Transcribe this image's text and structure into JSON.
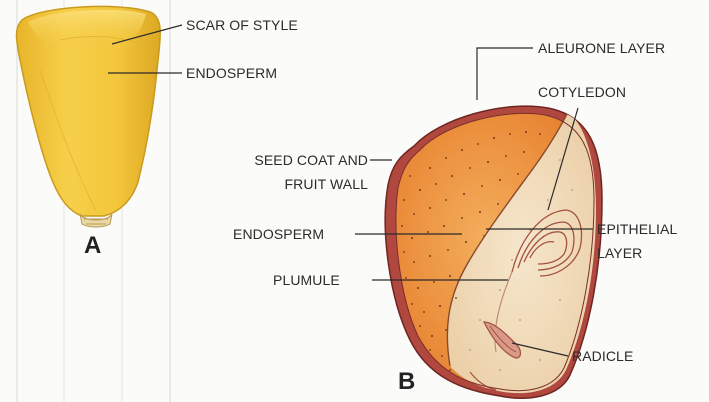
{
  "figure_a": {
    "letter": "A",
    "labels": {
      "scar_of_style": "SCAR OF STYLE",
      "endosperm": "ENDOSPERM"
    }
  },
  "figure_b": {
    "letter": "B",
    "labels": {
      "aleurone_layer": "ALEURONE LAYER",
      "cotyledon": "COTYLEDON",
      "seed_coat_line1": "SEED COAT AND",
      "seed_coat_line2": "FRUIT WALL",
      "endosperm": "ENDOSPERM",
      "epithelial_line1": "EPITHELIAL",
      "epithelial_line2": "LAYER",
      "plumule": "PLUMULE",
      "radicle": "RADICLE"
    }
  },
  "colors": {
    "kernel_yellow": "#f3c63b",
    "endosperm_orange": "#e98a38",
    "seed_coat": "#b0483f",
    "embryo_tan": "#efd9b7"
  }
}
